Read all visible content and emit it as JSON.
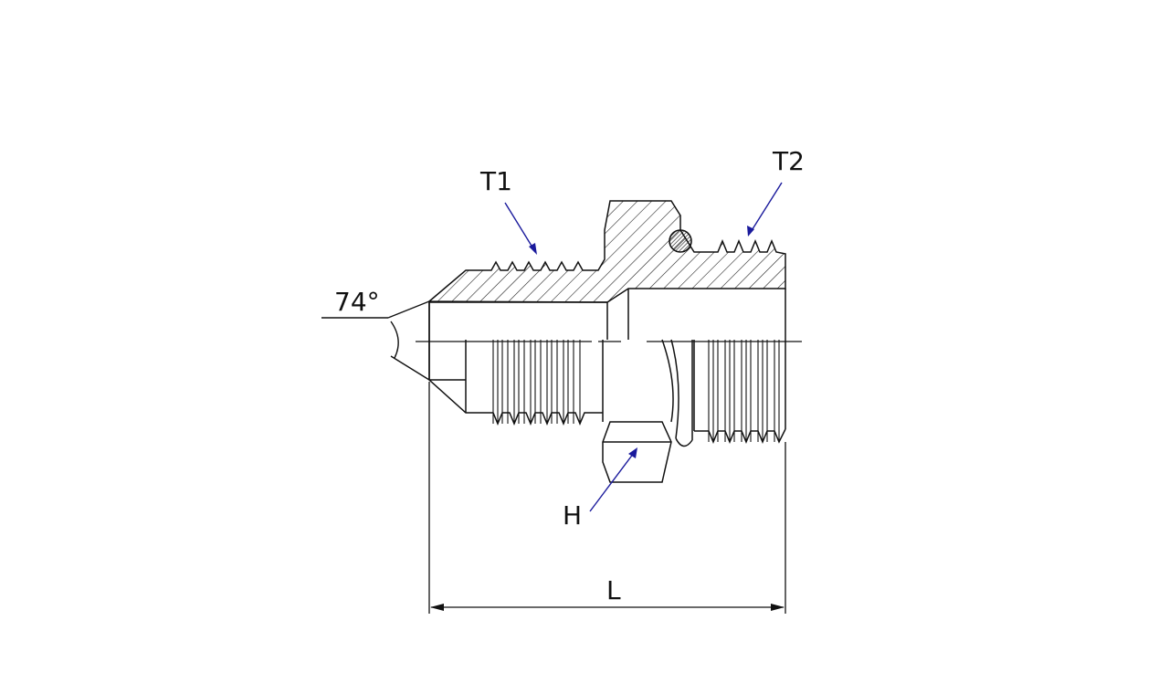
{
  "drawing": {
    "labels": {
      "angle": "74°",
      "thread_1": "T1",
      "thread_2": "T2",
      "hex": "H",
      "length": "L"
    },
    "colors": {
      "line": "#111111",
      "leader": "#1a1a9c",
      "background": "#ffffff"
    }
  }
}
